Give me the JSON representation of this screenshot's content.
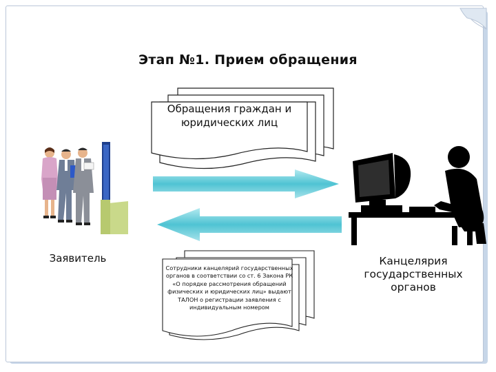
{
  "title": "Этап №1. Прием обращения",
  "top_document": {
    "text": "Обращения граждан и юридических лиц"
  },
  "bottom_document": {
    "text": "Сотрудники канцелярий государственных органов в соответствии со ст. 6 Закона РК «О порядке рассмотрения обращений физических и юридических лиц» выдают ТАЛОН о регистрации заявления с индивидуальным номером"
  },
  "applicant": {
    "label": "Заявитель",
    "icon": "people-group-icon"
  },
  "office": {
    "label": "Канцелярия государственных органов",
    "icon": "computer-user-icon"
  },
  "colors": {
    "arrow": "#4fc3d3",
    "arrow_light": "#b3eaf0",
    "frame_shadow": "#c7d6e8"
  }
}
